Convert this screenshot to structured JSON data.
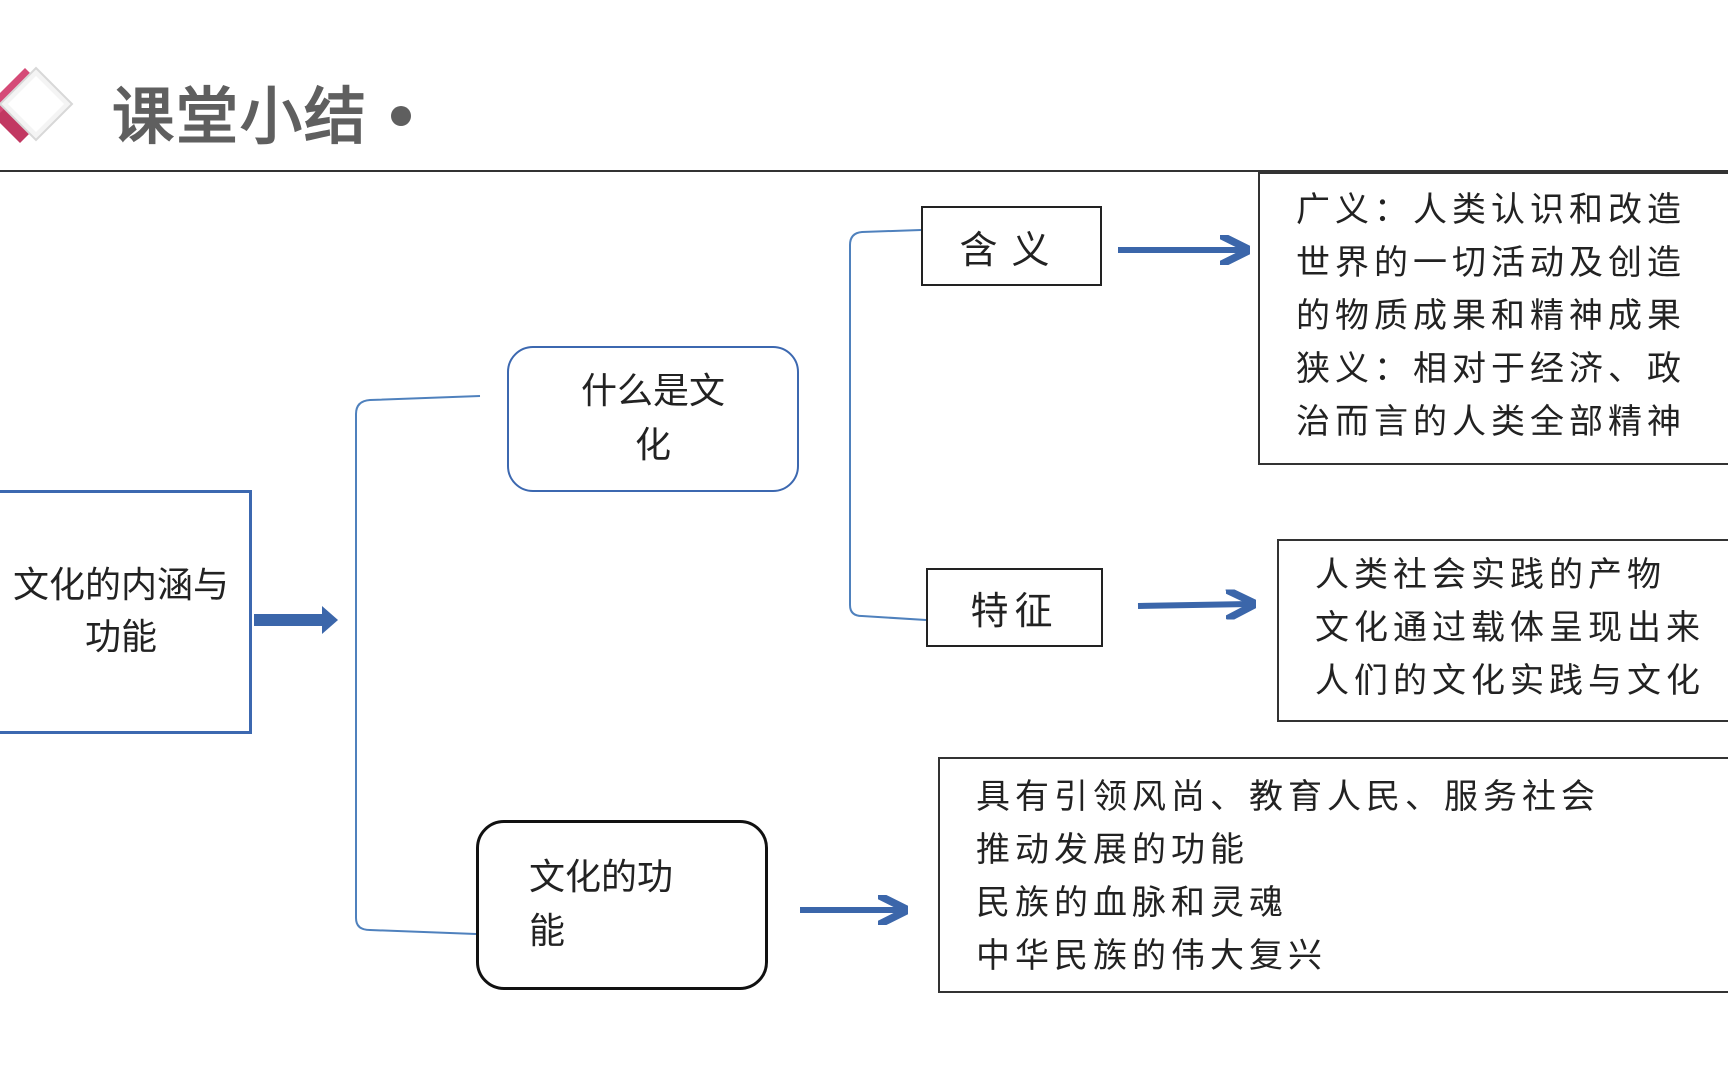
{
  "header": {
    "title": "课堂小结"
  },
  "diagram": {
    "root": {
      "label": "文化的内涵与功能"
    },
    "what_is_culture": {
      "label": "什么是文化"
    },
    "function_node": {
      "label": "文化的功能"
    },
    "meaning": {
      "label": "含义",
      "lines": [
        "广义：人类认识和改造",
        "世界的一切活动及创造",
        "的物质成果和精神成果",
        "狭义：相对于经济、政",
        "治而言的人类全部精神"
      ]
    },
    "traits": {
      "label": "特征",
      "lines": [
        "人类社会实践的产物",
        "文化通过载体呈现出来",
        "人们的文化实践与文化"
      ]
    },
    "functions": {
      "lines": [
        "具有引领风尚、教育人民、服务社会",
        "推动发展的功能",
        "民族的血脉和灵魂",
        "中华民族的伟大复兴"
      ]
    }
  },
  "colors": {
    "connector": "#4f81bd",
    "arrow": "#3b66aa",
    "title": "#5f5f5f",
    "logo_pink": "#d54a77"
  }
}
